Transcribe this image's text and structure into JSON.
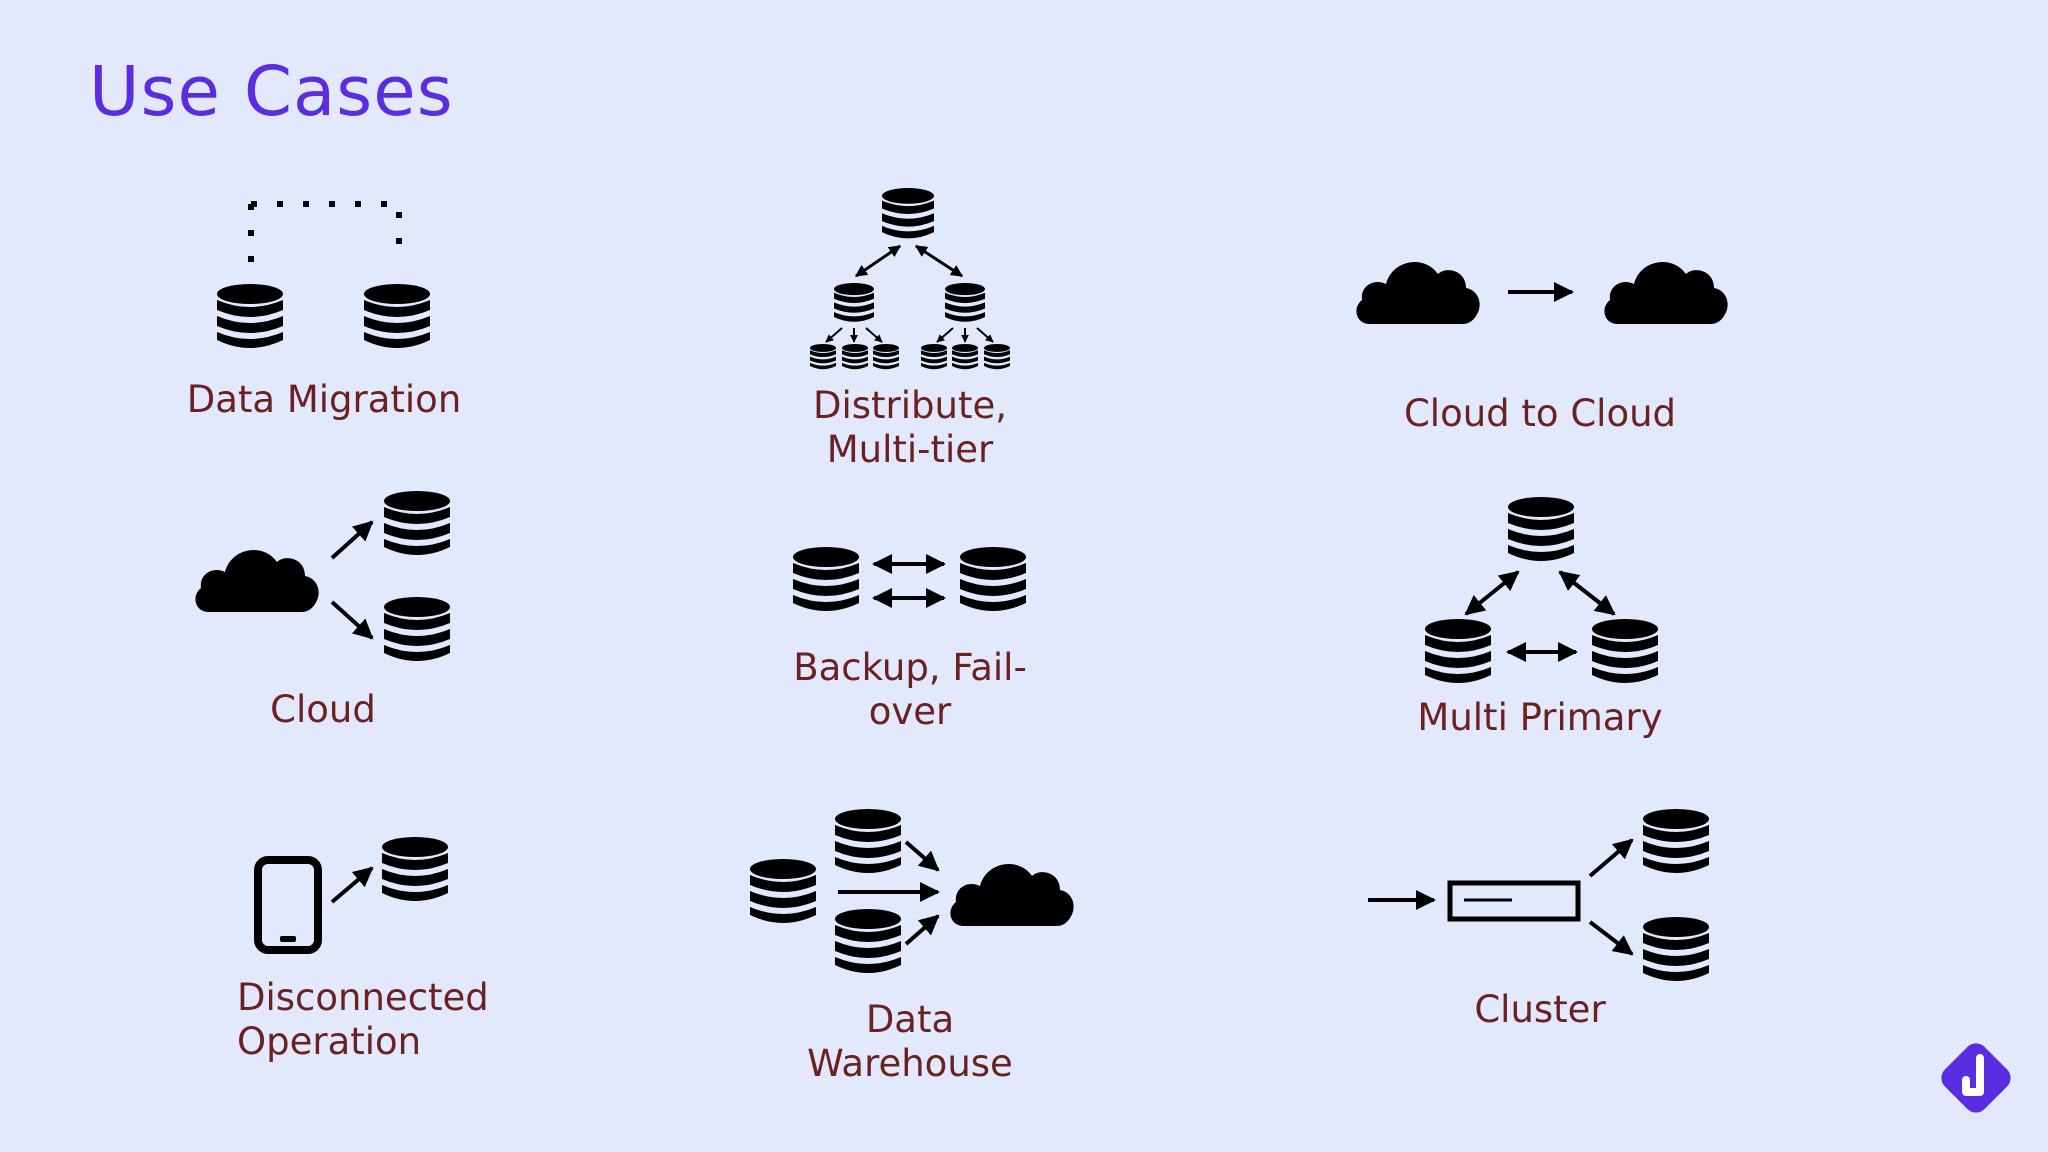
{
  "slide": {
    "title": "Use Cases",
    "accent_color": "#5a2ee0",
    "label_color": "#6b2121",
    "background_color": "#e2e9fd"
  },
  "use_cases": [
    {
      "id": "data-migration",
      "label": "Data Migration"
    },
    {
      "id": "distribute-multi-tier",
      "label_lines": [
        "Distribute,",
        "Multi-tier"
      ]
    },
    {
      "id": "cloud-to-cloud",
      "label": "Cloud to Cloud"
    },
    {
      "id": "cloud",
      "label": "Cloud"
    },
    {
      "id": "backup-failover",
      "label_lines": [
        "Backup, Fail-",
        "over"
      ]
    },
    {
      "id": "multi-primary",
      "label": "Multi Primary"
    },
    {
      "id": "disconnected-operation",
      "label_lines": [
        "Disconnected",
        "Operation"
      ]
    },
    {
      "id": "data-warehouse",
      "label_lines": [
        "Data",
        "Warehouse"
      ]
    },
    {
      "id": "cluster",
      "label": "Cluster"
    }
  ],
  "icons": {
    "database": "database-icon",
    "cloud": "cloud-icon",
    "phone": "phone-icon",
    "load_balancer": "load-balancer-icon",
    "logo": "brand-logo-icon"
  }
}
